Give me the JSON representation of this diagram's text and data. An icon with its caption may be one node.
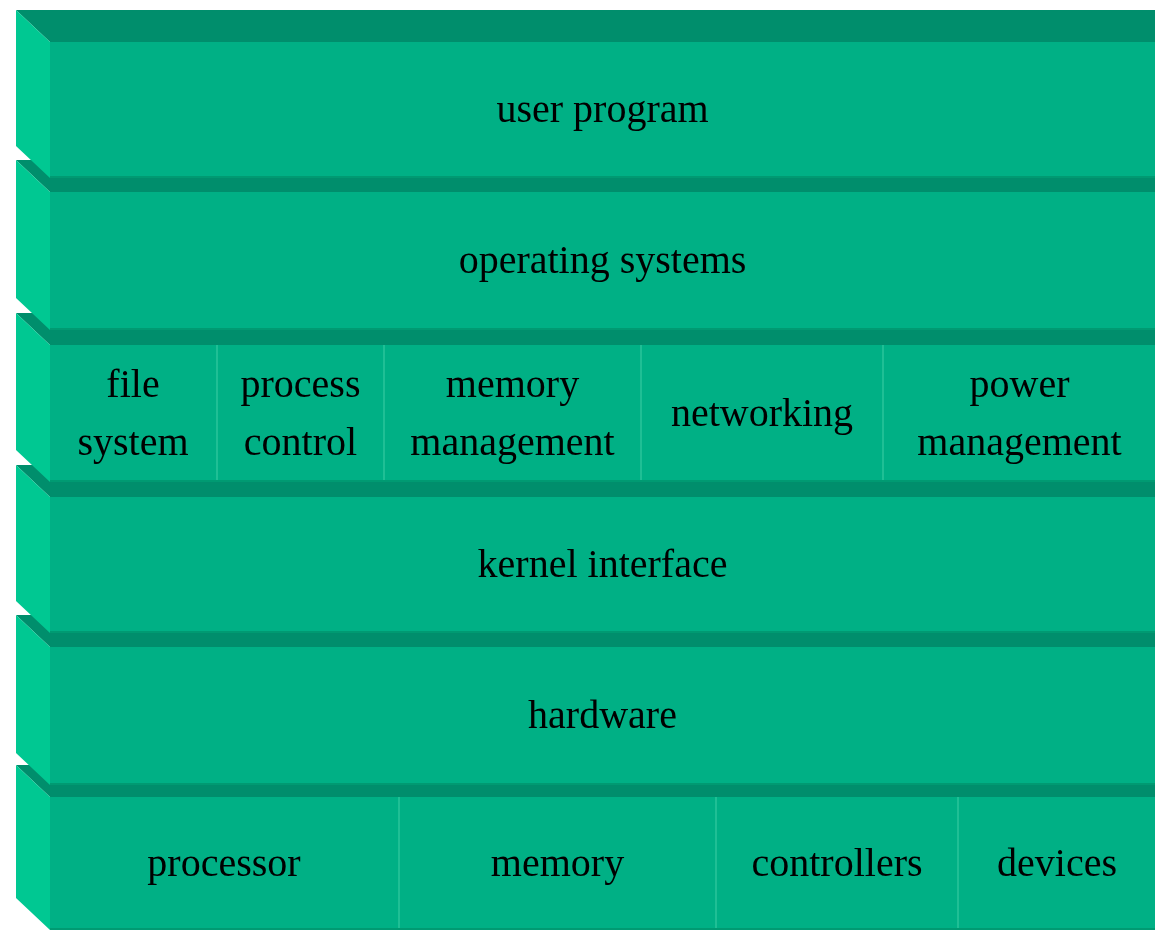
{
  "diagram": {
    "nodes": [
      {
        "text": [
          "user program"
        ]
      },
      {
        "text": [
          "operating systems"
        ]
      },
      {
        "text": [],
        "shape": "box"
      },
      {
        "text": [
          "file system"
        ],
        "in": 2
      },
      {
        "text": [
          "process control"
        ],
        "in": 2
      },
      {
        "text": [
          "memory management"
        ],
        "in": 2
      },
      {
        "text": [
          "networking"
        ],
        "in": 2
      },
      {
        "text": [
          "power management"
        ],
        "in": 2
      },
      {
        "text": [
          "kernel interface"
        ]
      },
      {
        "text": [
          "hardware"
        ]
      },
      {
        "text": [],
        "shape": "box"
      },
      {
        "text": [
          "processor"
        ],
        "in": 10
      },
      {
        "text": [
          "memory"
        ],
        "in": 10
      },
      {
        "text": [
          "controllers"
        ],
        "in": 10
      },
      {
        "text": [
          "devices"
        ],
        "in": 10
      }
    ],
    "edges": []
  }
}
